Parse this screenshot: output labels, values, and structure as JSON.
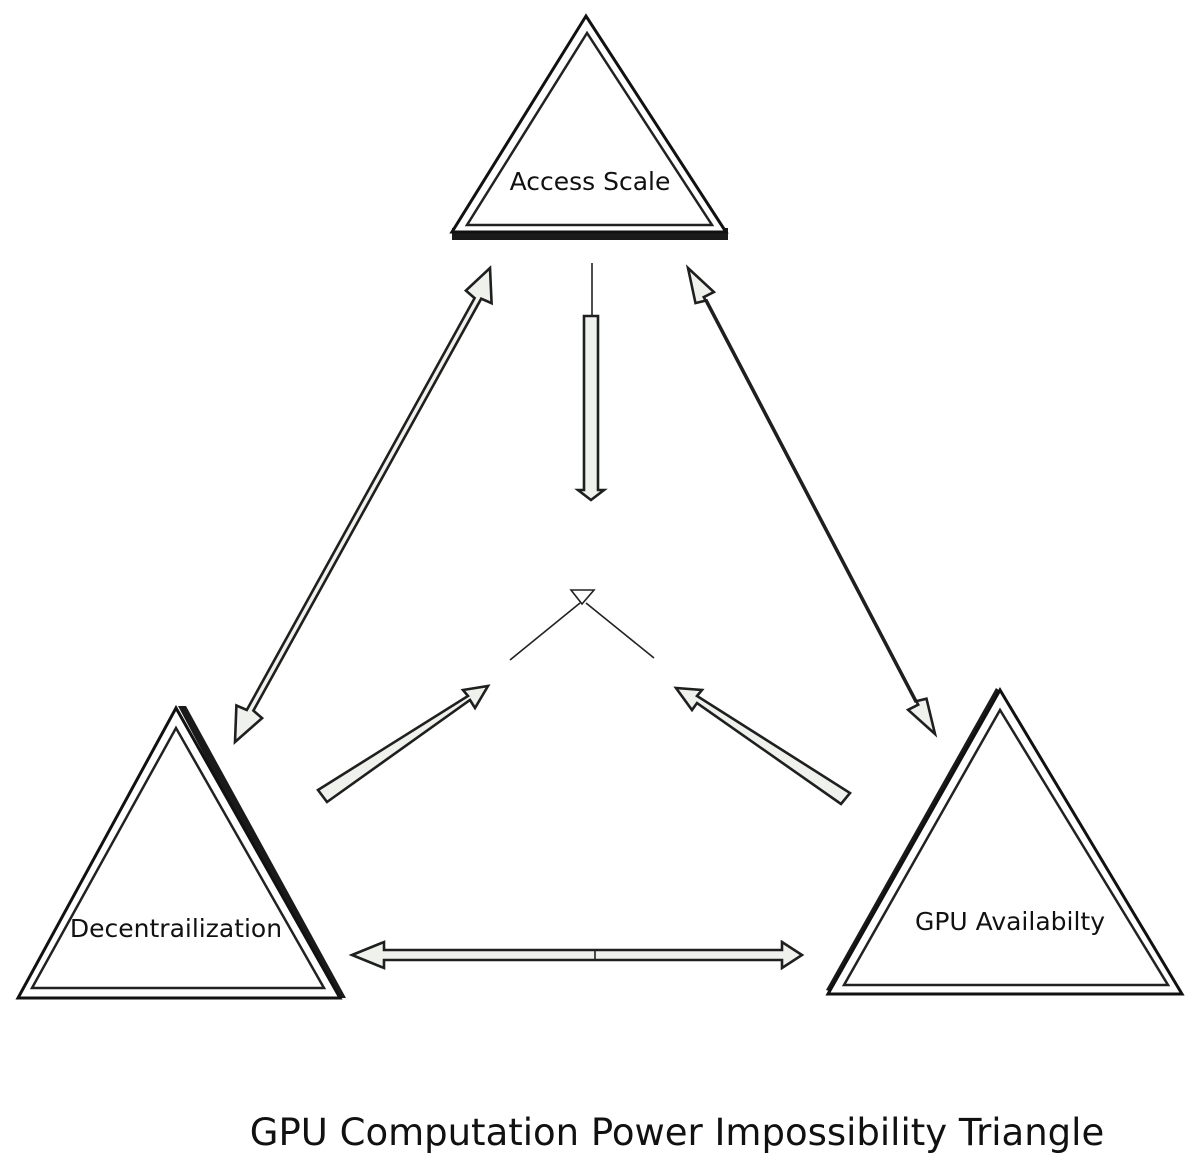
{
  "diagram": {
    "nodes": {
      "top": {
        "label": "Access Scale"
      },
      "left": {
        "label": "Decentrailization"
      },
      "right": {
        "label": "GPU Availabilty"
      }
    },
    "caption": "GPU Computation Power Impossibility Triangle",
    "colors": {
      "stroke": "#111111",
      "arrow_fill": "#eef1ec",
      "background": "#ffffff"
    }
  }
}
